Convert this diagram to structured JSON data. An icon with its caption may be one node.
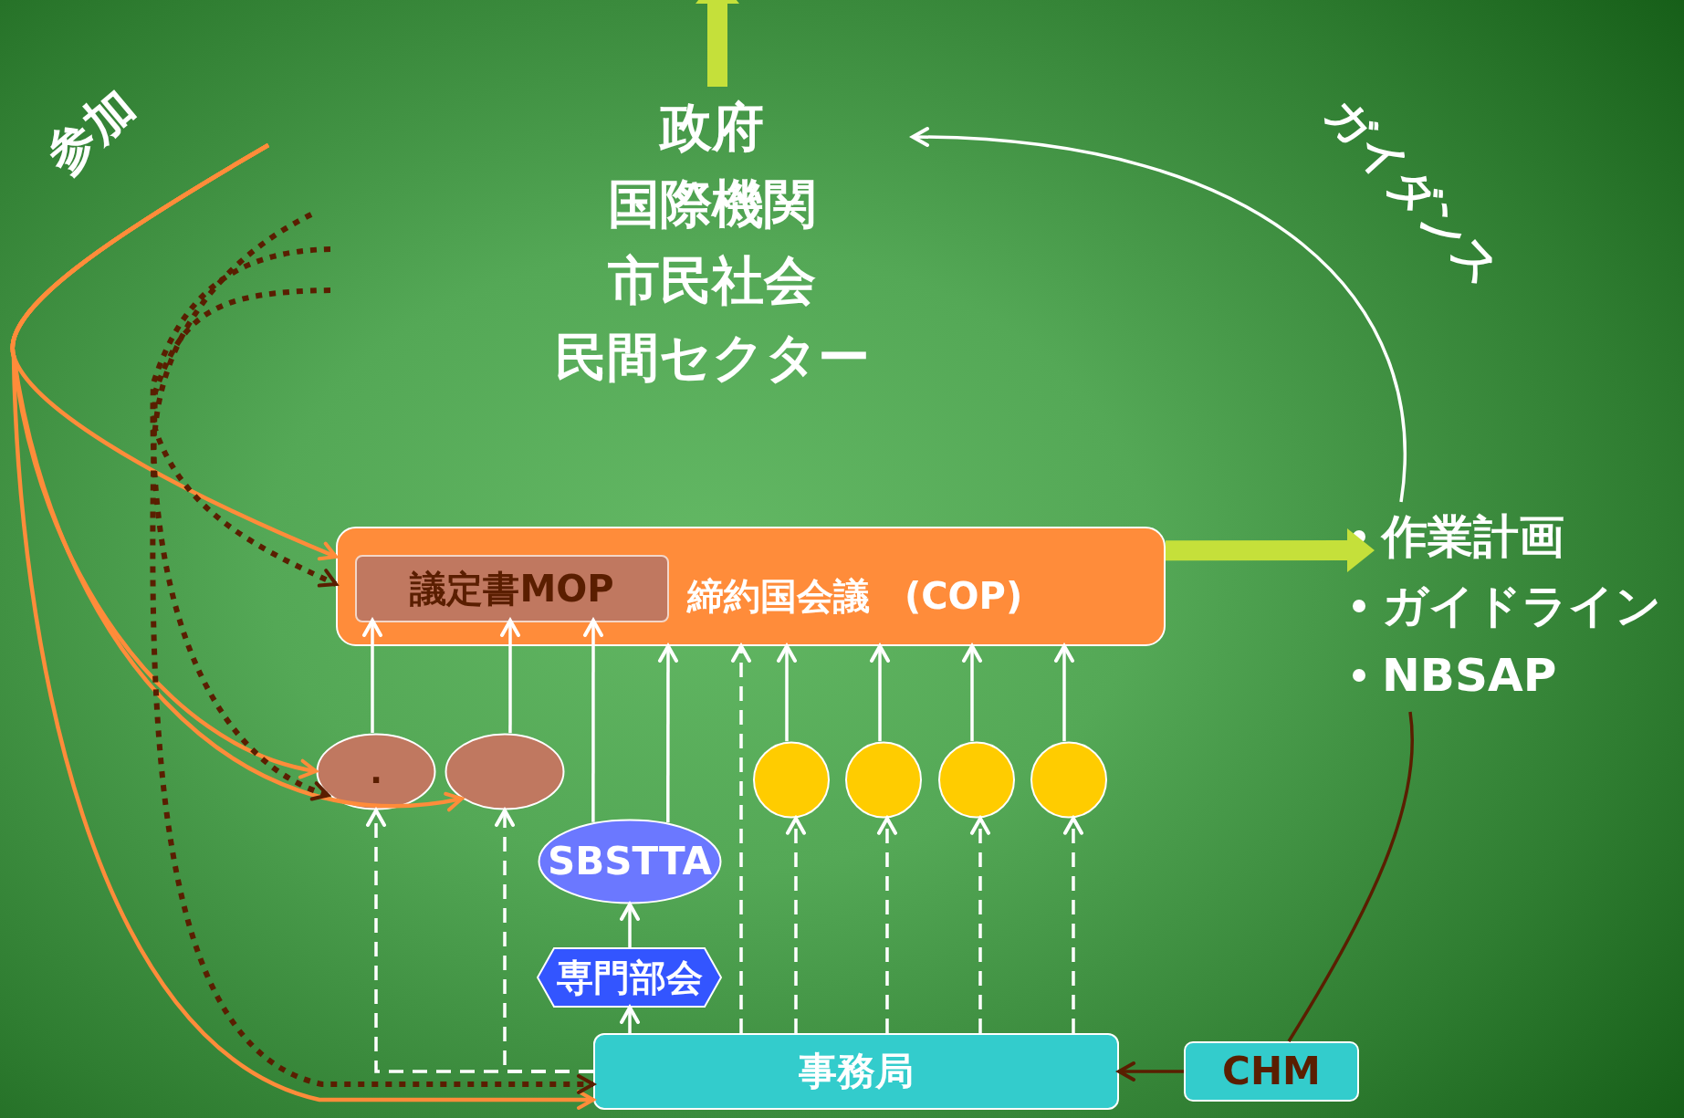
{
  "diagram": {
    "nodes": [
      {
        "text": [
          "政府",
          "国際機関",
          "市民社会",
          "民間セクター"
        ]
      },
      {
        "text": [
          "締約国会議 (COP)"
        ]
      },
      {
        "text": [
          "議定書MOP"
        ],
        "in": 1
      },
      {
        "text": [
          "."
        ]
      },
      {
        "text": [],
        "shape": "ellipse"
      },
      {
        "text": [
          "SBSTTA"
        ]
      },
      {
        "text": [
          "専門部会"
        ]
      },
      {
        "text": [],
        "shape": "circle"
      },
      {
        "text": [],
        "shape": "circle"
      },
      {
        "text": [],
        "shape": "circle"
      },
      {
        "text": [],
        "shape": "circle"
      },
      {
        "text": [
          "事務局"
        ]
      },
      {
        "text": [
          "CHM"
        ]
      },
      {
        "text": [
          "作業計画",
          "ガイドライン",
          "NBSAP"
        ]
      }
    ],
    "edges": [
      {
        "from": 0,
        "to": null,
        "arrow": "to",
        "style": "thick",
        "color": "#c5e03a"
      },
      {
        "from": 1,
        "to": 13,
        "arrow": "to",
        "style": "thick",
        "color": "#c5e03a"
      },
      {
        "from": 13,
        "to": 0,
        "arrow": "to",
        "label": "ガイダンス"
      },
      {
        "from": null,
        "to": 1,
        "arrow": "to",
        "color": "#ff8c3a"
      },
      {
        "from": null,
        "to": 3,
        "arrow": "to",
        "color": "#ff8c3a"
      },
      {
        "from": null,
        "to": 4,
        "arrow": "to",
        "color": "#ff8c3a"
      },
      {
        "from": null,
        "to": 11,
        "arrow": "to",
        "color": "#ff8c3a"
      },
      {
        "from": null,
        "to": 1,
        "arrow": "to",
        "style": "dashed",
        "color": "#5a1e00"
      },
      {
        "from": null,
        "to": 3,
        "arrow": "to",
        "style": "dashed",
        "color": "#5a1e00"
      },
      {
        "from": null,
        "to": 11,
        "arrow": "to",
        "style": "dashed",
        "color": "#5a1e00"
      },
      {
        "from": 3,
        "to": 2,
        "arrow": "to"
      },
      {
        "from": 4,
        "to": 2,
        "arrow": "to"
      },
      {
        "from": 5,
        "to": 2,
        "arrow": "to"
      },
      {
        "from": 5,
        "to": 1,
        "arrow": "to"
      },
      {
        "from": 7,
        "to": 1,
        "arrow": "to"
      },
      {
        "from": 8,
        "to": 1,
        "arrow": "to"
      },
      {
        "from": 9,
        "to": 1,
        "arrow": "to"
      },
      {
        "from": 10,
        "to": 1,
        "arrow": "to"
      },
      {
        "from": 6,
        "to": 5,
        "arrow": "to"
      },
      {
        "from": 11,
        "to": 6,
        "arrow": "to"
      },
      {
        "from": 11,
        "to": 3,
        "arrow": "to",
        "style": "dashed"
      },
      {
        "from": 11,
        "to": 4,
        "arrow": "to",
        "style": "dashed"
      },
      {
        "from": 11,
        "to": 1,
        "arrow": "to",
        "style": "dashed"
      },
      {
        "from": 11,
        "to": 7,
        "arrow": "to",
        "style": "dashed"
      },
      {
        "from": 11,
        "to": 8,
        "arrow": "to",
        "style": "dashed"
      },
      {
        "from": 11,
        "to": 9,
        "arrow": "to",
        "style": "dashed"
      },
      {
        "from": 11,
        "to": 10,
        "arrow": "to",
        "style": "dashed"
      },
      {
        "from": 12,
        "to": 11,
        "arrow": "to",
        "color": "#5a1e00"
      },
      {
        "from": 12,
        "to": 13,
        "arrow": "none",
        "color": "#5a1e00"
      }
    ],
    "labels": [
      "参加"
    ]
  }
}
